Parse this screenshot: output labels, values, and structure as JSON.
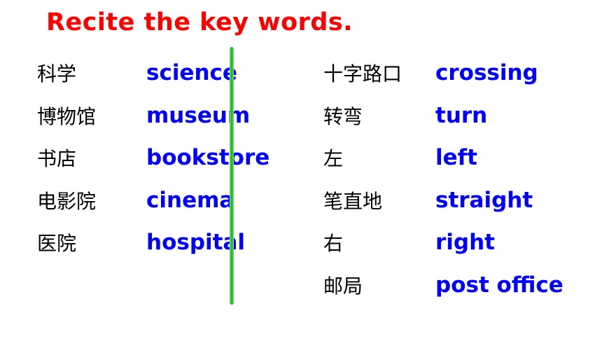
{
  "title": "Recite the key words.",
  "left_words": [
    {
      "cn": "科学",
      "en": "science"
    },
    {
      "cn": "博物馆",
      "en": "museum"
    },
    {
      "cn": "书店",
      "en": "bookstore"
    },
    {
      "cn": "电影院",
      "en": "cinema"
    },
    {
      "cn": "医院",
      "en": "hospital"
    }
  ],
  "right_words": [
    {
      "cn": "十字路口",
      "en": "crossing"
    },
    {
      "cn": "转弯",
      "en": "turn"
    },
    {
      "cn": "左",
      "en": "left"
    },
    {
      "cn": "笔直地",
      "en": "straight"
    },
    {
      "cn": "右",
      "en": "right"
    },
    {
      "cn": "邮局",
      "en": "post office"
    }
  ],
  "colors": {
    "title": "#ff0000",
    "english": "#0000ff",
    "chinese": "#000000",
    "divider": "#1db321"
  }
}
